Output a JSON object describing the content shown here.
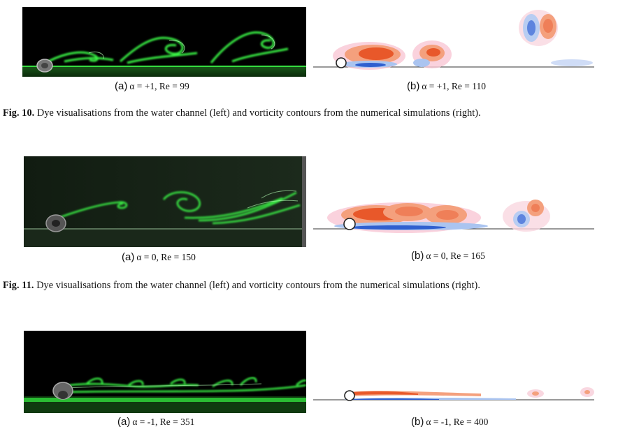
{
  "figures": [
    {
      "panels": [
        {
          "tag": "(a)",
          "math": "α = +1, Re = 99"
        },
        {
          "tag": "(b)",
          "math": "α = +1, Re = 110"
        }
      ],
      "caption_label": "Fig. 10.",
      "caption_text": "Dye visualisations from the water channel (left) and vorticity contours from the numerical simulations (right)."
    },
    {
      "panels": [
        {
          "tag": "(a)",
          "math": "α = 0, Re = 150"
        },
        {
          "tag": "(b)",
          "math": "α = 0, Re = 165"
        }
      ],
      "caption_label": "Fig. 11.",
      "caption_text": "Dye visualisations from the water channel (left) and vorticity contours from the numerical simulations (right)."
    },
    {
      "panels": [
        {
          "tag": "(a)",
          "math": "α = -1, Re = 351"
        },
        {
          "tag": "(b)",
          "math": "α = -1, Re = 400"
        }
      ]
    }
  ],
  "colors": {
    "dye_green": "#3dff4a",
    "positive_vorticity": "#e8582a",
    "negative_vorticity": "#2f5fcf",
    "wall_line": "#333333"
  }
}
